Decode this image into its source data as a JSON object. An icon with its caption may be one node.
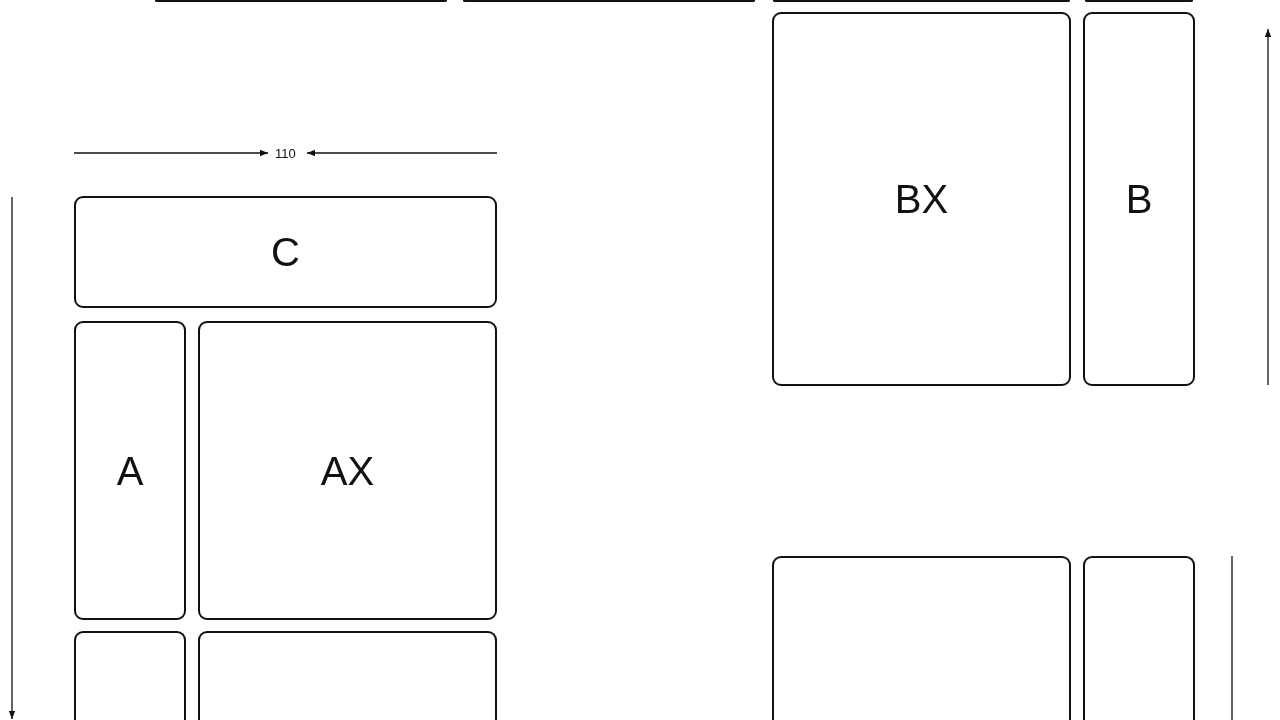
{
  "diagram": {
    "nodes": [
      {
        "text": [],
        "shape": "box"
      },
      {
        "text": [],
        "shape": "box"
      },
      {
        "text": [],
        "shape": "box"
      },
      {
        "text": [],
        "shape": "box"
      },
      {
        "text": [
          "BX"
        ]
      },
      {
        "text": [
          "B"
        ]
      },
      {
        "text": [
          "C"
        ]
      },
      {
        "text": [
          "A"
        ]
      },
      {
        "text": [
          "AX"
        ]
      },
      {
        "text": [],
        "shape": "box"
      },
      {
        "text": [],
        "shape": "box"
      },
      {
        "text": [],
        "shape": "box"
      },
      {
        "text": [],
        "shape": "box"
      }
    ],
    "labels": [
      "110"
    ]
  }
}
